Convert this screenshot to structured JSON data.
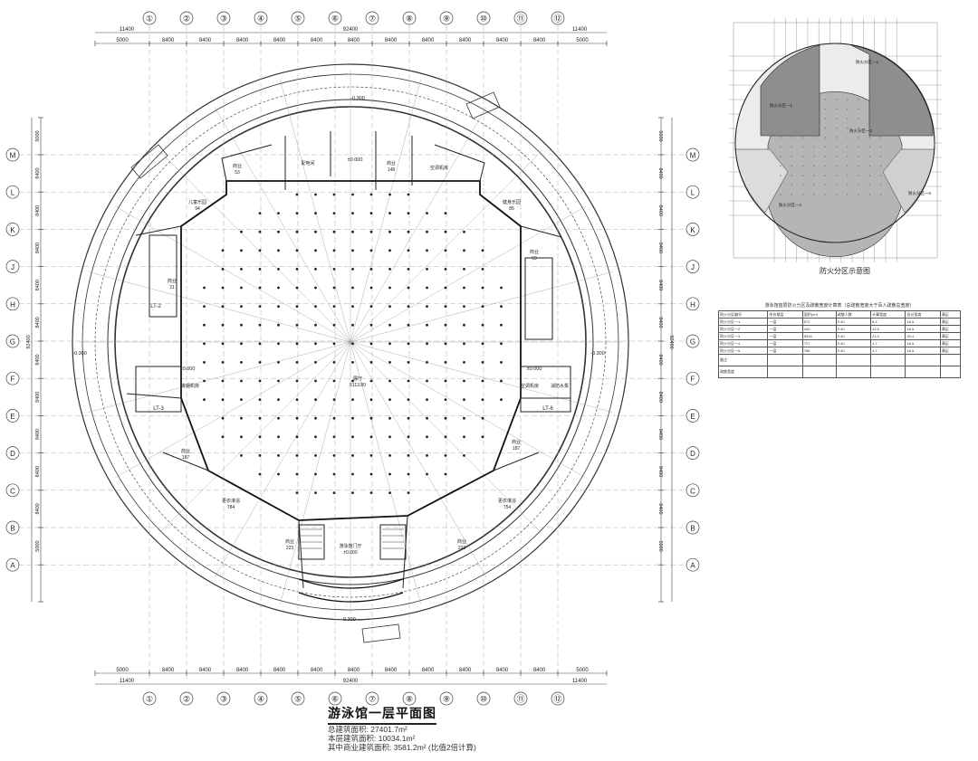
{
  "title": "游泳馆一层平面图",
  "area_lines": [
    "总建筑面积: 27401.7m²",
    "本层建筑面积: 10034.1m²",
    "其中商业建筑面积: 3581.2m² (比值2倍计算)"
  ],
  "grid": {
    "columns": [
      "①",
      "②",
      "③",
      "④",
      "⑤",
      "⑥",
      "⑦",
      "⑧",
      "⑨",
      "⑩",
      "⑪",
      "⑫"
    ],
    "rows": [
      "M",
      "L",
      "K",
      "J",
      "H",
      "G",
      "F",
      "E",
      "D",
      "C",
      "B",
      "A"
    ],
    "top_dims": [
      "5000",
      "8400",
      "8400",
      "8400",
      "8400",
      "8400",
      "8400",
      "8400",
      "8400",
      "8400",
      "8400",
      "8400",
      "5000"
    ],
    "total_dim": "92400",
    "edge_dim": "11400",
    "side_dims": [
      "5000",
      "8400",
      "8400",
      "8400",
      "8400",
      "8400",
      "8400",
      "8400",
      "8400",
      "8400",
      "8400",
      "5000"
    ]
  },
  "rooms": [
    {
      "label": "商业",
      "value": "53"
    },
    {
      "label": "配电间",
      "value": ""
    },
    {
      "label": "商业",
      "value": "148"
    },
    {
      "label": "空调机房",
      "value": ""
    },
    {
      "label": "儿童乐园",
      "value": "94"
    },
    {
      "label": "健身乐园",
      "value": "85"
    },
    {
      "label": "商业",
      "value": "59"
    },
    {
      "label": "商业",
      "value": "21"
    },
    {
      "label": "排烟机房",
      "value": ""
    },
    {
      "label": "空调机房",
      "value": ""
    },
    {
      "label": "消防水泵",
      "value": ""
    },
    {
      "label": "商业",
      "value": "187"
    },
    {
      "label": "商业",
      "value": "187"
    },
    {
      "label": "更衣淋浴",
      "value": "784"
    },
    {
      "label": "更衣淋浴",
      "value": "754"
    },
    {
      "label": "商业",
      "value": "223"
    },
    {
      "label": "商业",
      "value": "223"
    },
    {
      "label": "展厅",
      "value": "5113.80"
    },
    {
      "label": "游泳馆门厅",
      "value": "±0.000"
    }
  ],
  "levels": [
    "±0.000",
    "±0.000",
    "±0.000",
    "-0.300",
    "-0.300",
    "-0.300",
    "-0.300"
  ],
  "stairs": [
    "LT-2",
    "LT-3",
    "LT-6"
  ],
  "fire_diagram": {
    "caption": "防火分区示意图",
    "zones": [
      "防火分区一1",
      "防火分区一2",
      "防火分区一3",
      "防火分区一4",
      "防火分区一5"
    ]
  },
  "fire_table": {
    "title": "游泳馆首层防火分区及疏散宽度计算表（总疏散宽度大于百人疏散总宽度）",
    "header": [
      "防火分区编号",
      "所在楼层",
      "面积(m²)",
      "疏散人数",
      "计算宽度",
      "设计宽度",
      "满足"
    ],
    "rows": [
      [
        "防火分区一1",
        "一层",
        "672",
        "0.40",
        "8.4",
        "16.5",
        "满足"
      ],
      [
        "防火分区一2",
        "一层",
        "440",
        "0.40",
        "12.6",
        "16.5",
        "满足"
      ],
      [
        "防火分区一3",
        "一层",
        "5516",
        "0.40",
        "21.0",
        "30.4",
        "满足"
      ],
      [
        "防火分区一4",
        "一层",
        "727",
        "0.40",
        "1.7",
        "16.5",
        "满足"
      ],
      [
        "防火分区一5",
        "一层",
        "786",
        "0.40",
        "1.7",
        "16.5",
        "满足"
      ]
    ],
    "notes": [
      "备注",
      "疏散宽度"
    ]
  },
  "colors": {
    "line": "#222222",
    "grid": "#6a6a6a",
    "zone_dark": "#7a7a7a",
    "zone_light": "#cfcfcf",
    "zone_mid": "#a9a9a9"
  }
}
